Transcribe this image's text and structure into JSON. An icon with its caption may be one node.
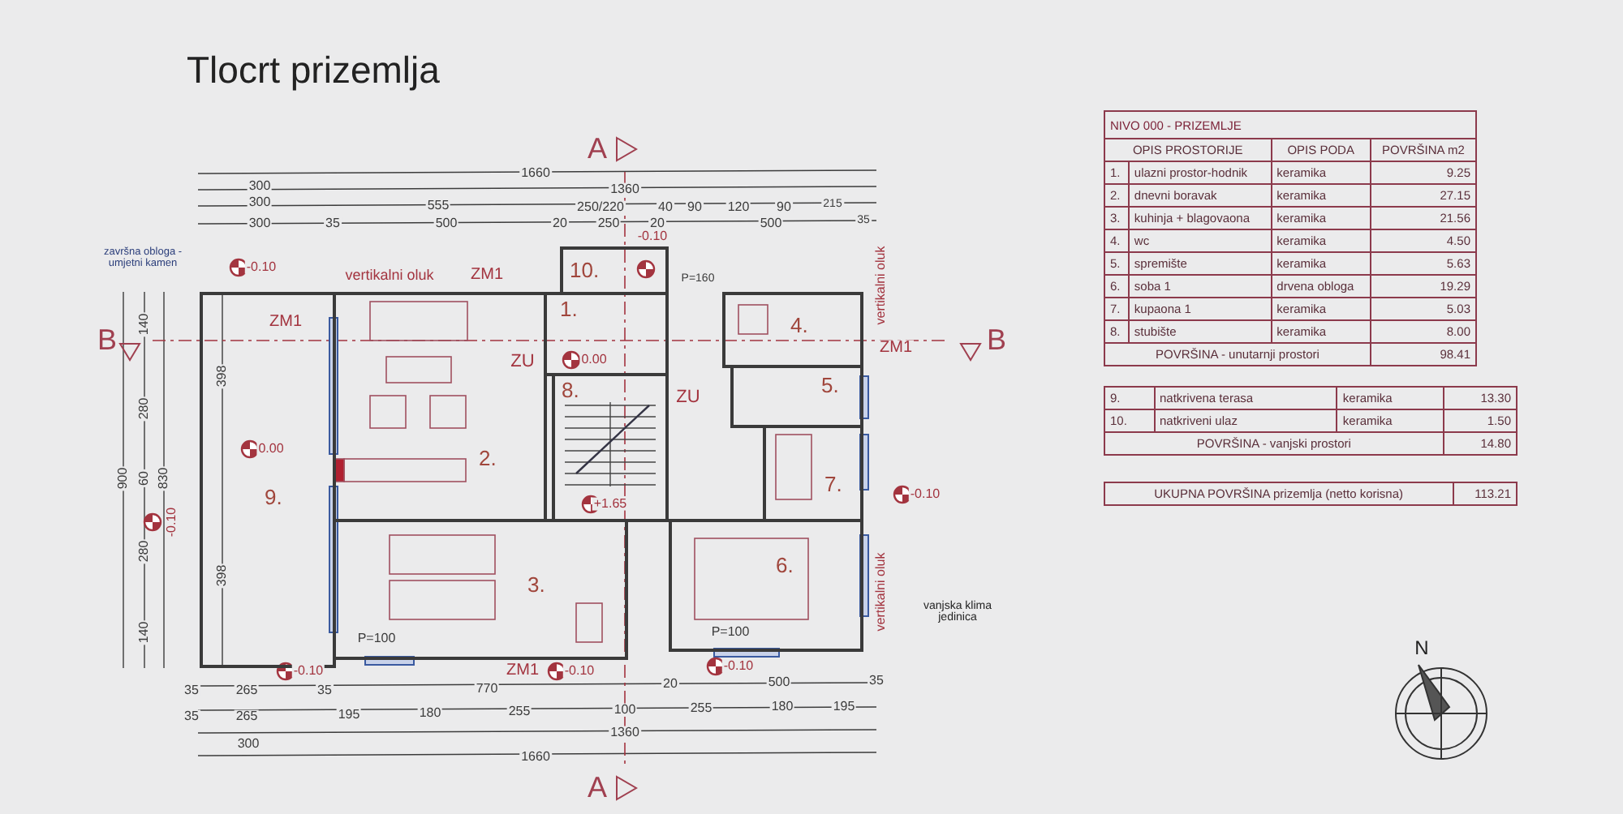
{
  "diagram": {
    "title": "Tlocrt prizemlja",
    "nodes": [
      {
        "text": [
          "9."
        ]
      },
      {
        "text": [
          "2."
        ]
      },
      {
        "text": [
          "10."
        ]
      },
      {
        "text": [
          "1."
        ]
      },
      {
        "text": [
          "8."
        ]
      },
      {
        "text": [
          "4."
        ]
      },
      {
        "text": [
          "5."
        ]
      },
      {
        "text": [
          "7."
        ]
      },
      {
        "text": [
          "3."
        ]
      },
      {
        "text": [
          "6."
        ]
      }
    ],
    "labels": [
      "1660",
      "300",
      "1360",
      "300",
      "555",
      "250/220",
      "40",
      "90",
      "120",
      "90",
      "215",
      "300",
      "35",
      "500",
      "20",
      "250",
      "20",
      "500",
      "35",
      "završna obloga - umjetni kamen",
      "-0.10",
      "vertikalni oluk",
      "ZM1",
      "-0.10",
      "ZM1",
      "ZU",
      "ZU",
      "ZM1",
      "0.00",
      "0.00",
      "-0.10",
      "+1.65",
      "vertikalni oluk",
      "vertikalni oluk",
      "-0.10",
      "P=100",
      "P=160",
      "P=100",
      "vanjska klima jedinica",
      "-0.10",
      "ZM1",
      "-0.10",
      "-0.10",
      "140",
      "280",
      "900",
      "60",
      "830",
      "280",
      "140",
      "398",
      "398",
      "35",
      "265",
      "35",
      "770",
      "20",
      "500",
      "35",
      "35",
      "265",
      "195",
      "180",
      "255",
      "100",
      "255",
      "180",
      "195",
      "1360",
      "300",
      "1660",
      "A",
      "B",
      "B",
      "A",
      "N",
      "NIVO 000 - PRIZEMLJE",
      "OPIS PROSTORIJE",
      "OPIS PODA",
      "POVRŠINA m2",
      "1.",
      "ulazni prostor-hodnik",
      "keramika",
      "9.25",
      "2.",
      "dnevni boravak",
      "keramika",
      "27.15",
      "3.",
      "kuhinja + blagovaona",
      "keramika",
      "21.56",
      "4.",
      "wc",
      "keramika",
      "4.50",
      "5.",
      "spremište",
      "keramika",
      "5.63",
      "6.",
      "soba 1",
      "drvena obloga",
      "19.29",
      "7.",
      "kupaona 1",
      "keramika",
      "5.03",
      "8.",
      "stubište",
      "keramika",
      "8.00",
      "POVRŠINA - unutarnji prostori",
      "98.41",
      "9.",
      "natkrivena terasa",
      "keramika",
      "13.30",
      "10.",
      "natkriveni ulaz",
      "keramika",
      "1.50",
      "POVRŠINA - vanjski prostori",
      "14.80",
      "UKUPNA POVRŠINA prizemlja (netto korisna)",
      "113.21"
    ]
  }
}
